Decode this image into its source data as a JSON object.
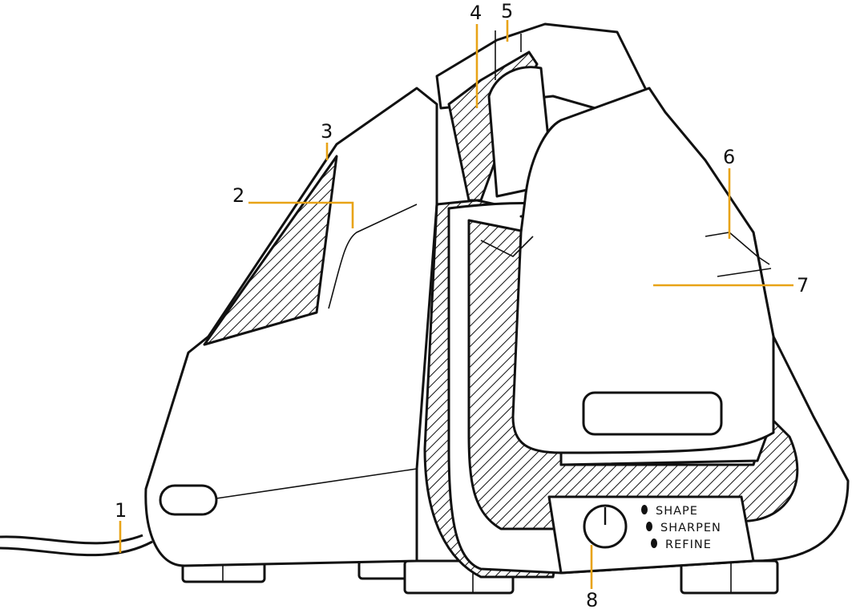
{
  "callouts": [
    {
      "id": "1",
      "label": "1"
    },
    {
      "id": "2",
      "label": "2"
    },
    {
      "id": "3",
      "label": "3"
    },
    {
      "id": "4",
      "label": "4"
    },
    {
      "id": "5",
      "label": "5"
    },
    {
      "id": "6",
      "label": "6"
    },
    {
      "id": "7",
      "label": "7"
    },
    {
      "id": "8",
      "label": "8"
    }
  ],
  "control_panel": {
    "modes": [
      "SHAPE",
      "SHARPEN",
      "REFINE"
    ],
    "power_icon": "power-icon"
  },
  "colors": {
    "leader": "#E8A317",
    "outline": "#111111",
    "background": "#ffffff"
  }
}
